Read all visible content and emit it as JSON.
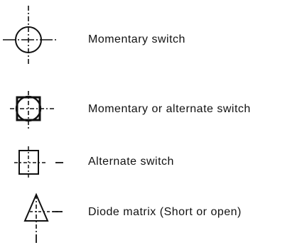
{
  "legend": {
    "items": [
      {
        "symbol": "momentary-switch-icon",
        "label": "Momentary switch"
      },
      {
        "symbol": "momentary-or-alternate-switch-icon",
        "label": "Momentary or alternate switch"
      },
      {
        "symbol": "alternate-switch-icon",
        "label": "Alternate switch"
      },
      {
        "symbol": "diode-matrix-icon",
        "label": "Diode matrix (Short or open)"
      }
    ]
  },
  "colors": {
    "ink": "#111111",
    "background": "#ffffff"
  }
}
